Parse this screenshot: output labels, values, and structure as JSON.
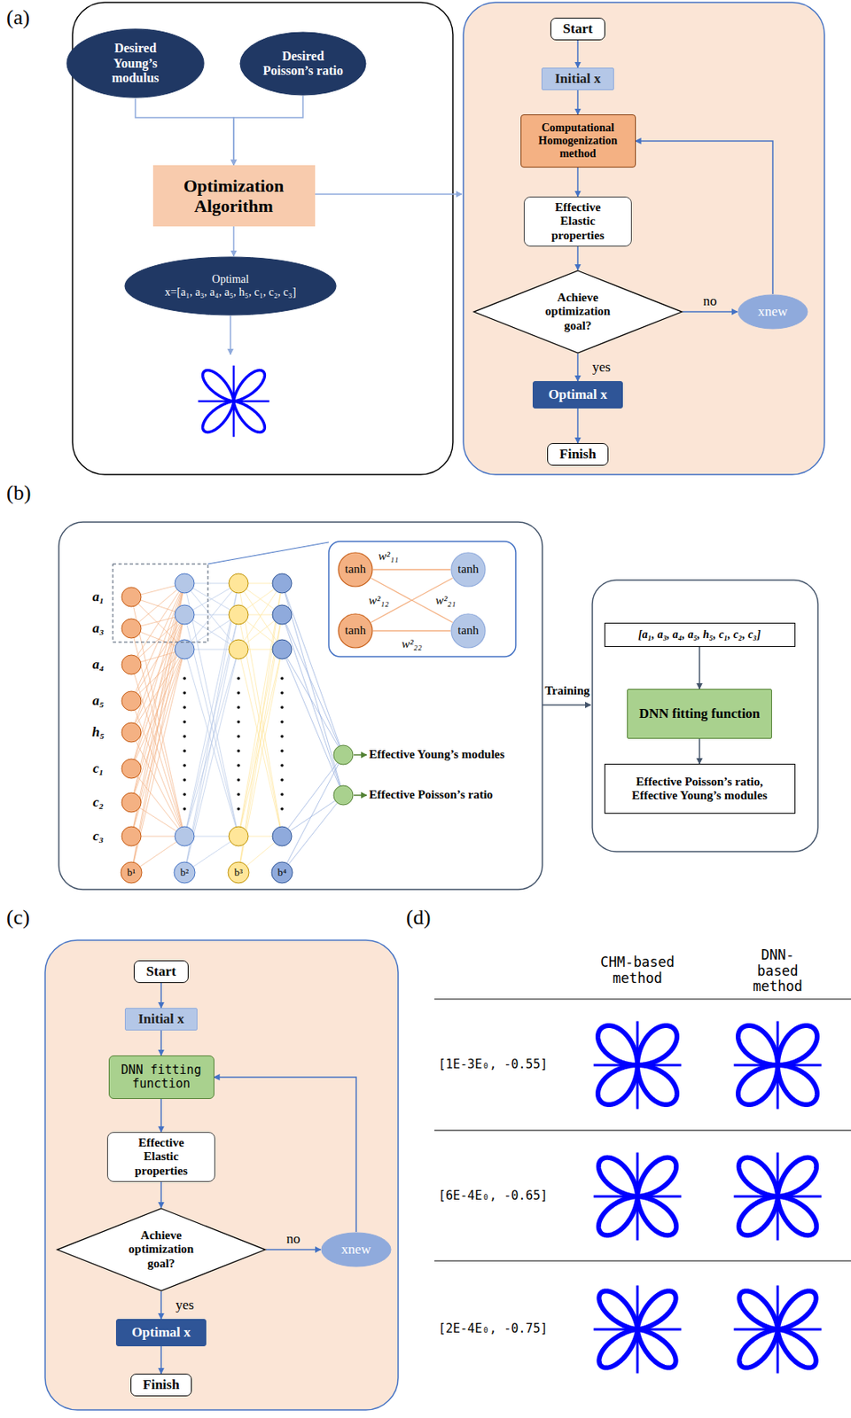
{
  "diagram": {
    "nodes": [
      {
        "text": [
          "Desired Young’s modulus"
        ]
      },
      {
        "text": [
          "Desired Poisson’s ratio"
        ]
      },
      {
        "text": [
          "Optimization Algorithm"
        ]
      },
      {
        "text": [
          "Optimal",
          "x=[a₁, a₃, a₄, a₅, h₅, c₁, c₂, c₃]"
        ]
      },
      {
        "text": [
          "Start"
        ]
      },
      {
        "text": [
          "Initial x"
        ]
      },
      {
        "text": [
          "Computational Homogenization method"
        ]
      },
      {
        "text": [
          "Effective Elastic properties"
        ]
      },
      {
        "text": [
          "Achieve optimization goal?"
        ]
      },
      {
        "text": [
          "xnew"
        ]
      },
      {
        "text": [
          "Optimal x"
        ]
      },
      {
        "text": [
          "Finish"
        ]
      },
      {
        "text": [
          "tanh"
        ]
      },
      {
        "text": [
          "tanh"
        ]
      },
      {
        "text": [
          "tanh"
        ]
      },
      {
        "text": [
          "tanh"
        ]
      },
      {
        "text": [
          "[a₁, a₃, a₄, a₅, h₅, c₁, c₂, c₃]"
        ]
      },
      {
        "text": [
          "DNN fitting function"
        ]
      },
      {
        "text": [
          "Effective Poisson’s ratio, Effective Young’s modules"
        ]
      },
      {
        "text": [
          "Start"
        ]
      },
      {
        "text": [
          "Initial x"
        ]
      },
      {
        "text": [
          "DNN fitting function"
        ]
      },
      {
        "text": [
          "Effective Elastic properties"
        ]
      },
      {
        "text": [
          "Achieve optimization goal?"
        ]
      },
      {
        "text": [
          "xnew"
        ]
      },
      {
        "text": [
          "Optimal x"
        ]
      },
      {
        "text": [
          "Finish"
        ]
      }
    ],
    "edges": [
      {
        "from": 0,
        "to": 2,
        "arrow": "to"
      },
      {
        "from": 1,
        "to": 2,
        "arrow": "to"
      },
      {
        "from": 2,
        "to": 3,
        "arrow": "to"
      },
      {
        "from": 4,
        "to": 5,
        "arrow": "to"
      },
      {
        "from": 5,
        "to": 6,
        "arrow": "to"
      },
      {
        "from": 6,
        "to": 7,
        "arrow": "to"
      },
      {
        "from": 7,
        "to": 8,
        "arrow": "to"
      },
      {
        "from": 8,
        "to": 9,
        "label": "no",
        "arrow": "to"
      },
      {
        "from": 9,
        "to": 6,
        "arrow": "to"
      },
      {
        "from": 8,
        "to": 10,
        "label": "yes",
        "arrow": "to"
      },
      {
        "from": 10,
        "to": 11,
        "arrow": "to"
      },
      {
        "from": 12,
        "to": 14,
        "arrow": "none"
      },
      {
        "from": 12,
        "to": 15,
        "arrow": "none"
      },
      {
        "from": 13,
        "to": 14,
        "arrow": "none"
      },
      {
        "from": 13,
        "to": 15,
        "arrow": "none"
      },
      {
        "from": 16,
        "to": 17,
        "arrow": "to"
      },
      {
        "from": 17,
        "to": 18,
        "arrow": "to"
      },
      {
        "from": 19,
        "to": 20,
        "arrow": "to"
      },
      {
        "from": 20,
        "to": 21,
        "arrow": "to"
      },
      {
        "from": 21,
        "to": 22,
        "arrow": "to"
      },
      {
        "from": 22,
        "to": 23,
        "arrow": "to"
      },
      {
        "from": 23,
        "to": 24,
        "label": "no",
        "arrow": "to"
      },
      {
        "from": 24,
        "to": 21,
        "arrow": "to"
      },
      {
        "from": 23,
        "to": 25,
        "label": "yes",
        "arrow": "to"
      },
      {
        "from": 25,
        "to": 26,
        "arrow": "to"
      }
    ],
    "labels": [
      "(a)",
      "(b)",
      "(c)",
      "(d)",
      "a₁",
      "a₃",
      "a₄",
      "a₅",
      "h₅",
      "c₁",
      "c₂",
      "c₃",
      "b¹",
      "b²",
      "b³",
      "b⁴",
      "Effective Young’s modules",
      "Effective Poisson’s ratio",
      "w²₁₁",
      "w²₁₂",
      "w²₂₁",
      "w²₂₂",
      "Training",
      "CHM-based method",
      "DNN-based method",
      "[1E-3E₀, -0.55]",
      "[6E-4E₀, -0.65]",
      "[2E-4E₀, -0.75]"
    ]
  }
}
